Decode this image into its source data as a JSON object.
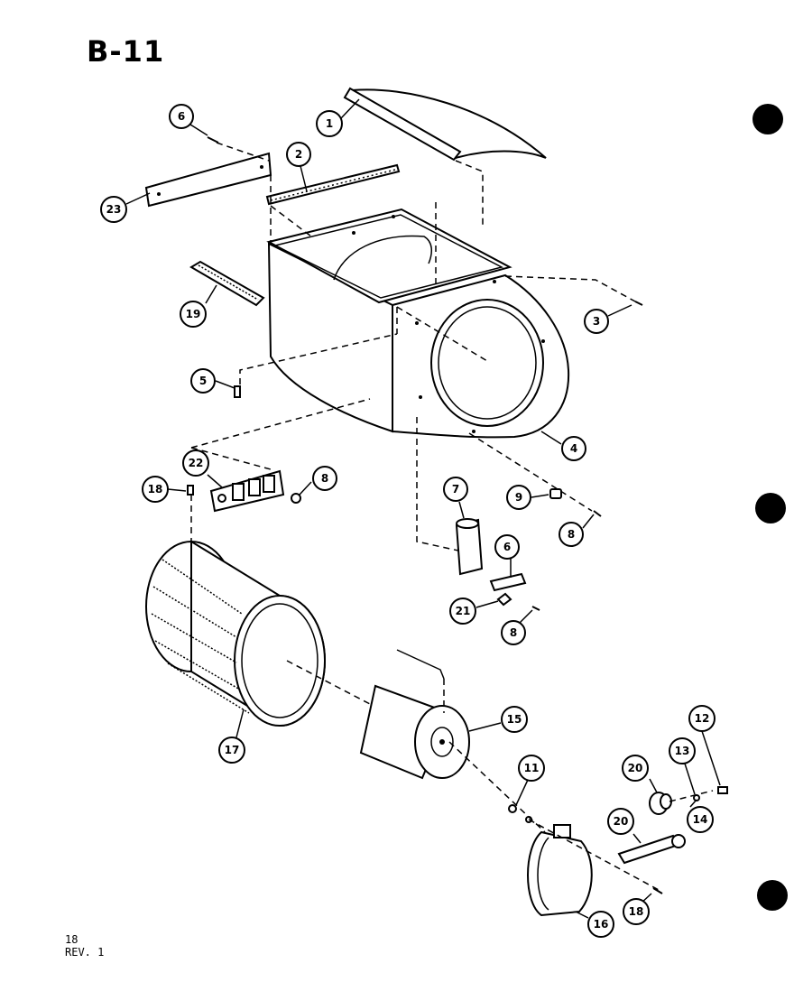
{
  "header": {
    "title": "B-11"
  },
  "footer": {
    "page_number": "18",
    "revision": "REV. 1"
  },
  "callouts": {
    "c1": "1",
    "c2": "2",
    "c3": "3",
    "c4": "4",
    "c5": "5",
    "c6a": "6",
    "c6b": "6",
    "c7": "7",
    "c8a": "8",
    "c8b": "8",
    "c8c": "8",
    "c9": "9",
    "c11": "11",
    "c12": "12",
    "c13": "13",
    "c14": "14",
    "c15": "15",
    "c16": "16",
    "c17": "17",
    "c18a": "18",
    "c18b": "18",
    "c19": "19",
    "c20a": "20",
    "c20b": "20",
    "c21": "21",
    "c22": "22",
    "c23": "23"
  }
}
